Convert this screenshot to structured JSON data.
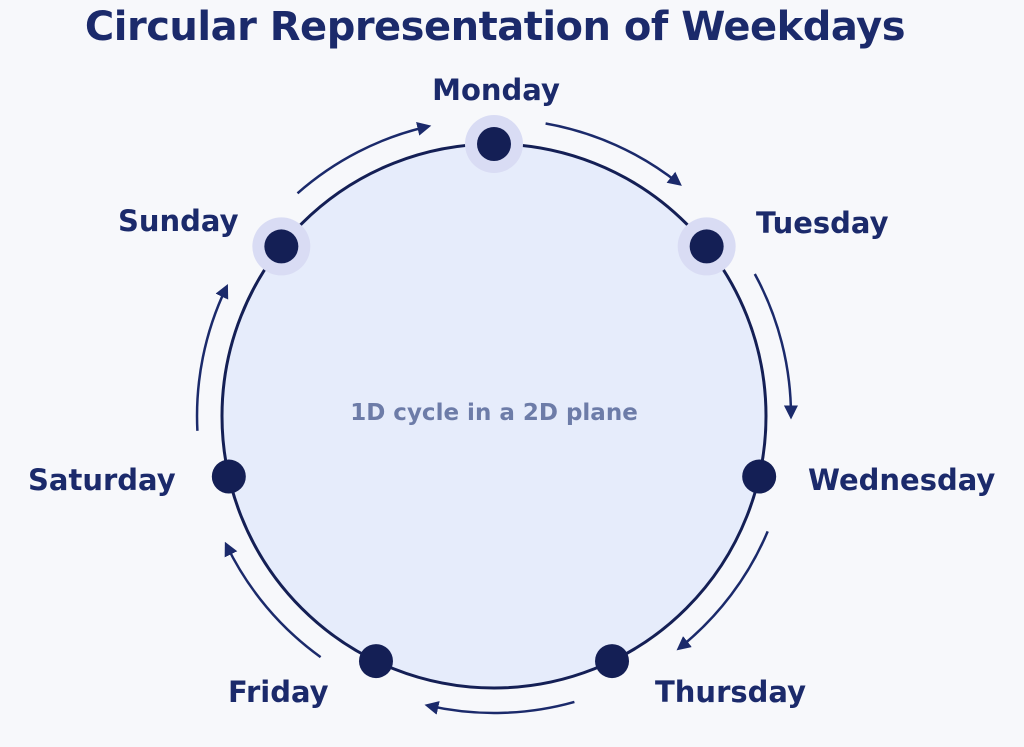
{
  "title": "Circular Representation of Weekdays",
  "center_caption": "1D cycle in a 2D plane",
  "days": [
    {
      "name": "Monday",
      "highlighted": true
    },
    {
      "name": "Tuesday",
      "highlighted": true
    },
    {
      "name": "Wednesday",
      "highlighted": false
    },
    {
      "name": "Thursday",
      "highlighted": false
    },
    {
      "name": "Friday",
      "highlighted": false
    },
    {
      "name": "Saturday",
      "highlighted": false
    },
    {
      "name": "Sunday",
      "highlighted": true
    }
  ],
  "colors": {
    "navy": "#1b2a6b",
    "dot": "#141f55",
    "circle_fill": "#e6ecfb",
    "halo": "#d9dcf4",
    "caption": "#6d7ca8"
  }
}
